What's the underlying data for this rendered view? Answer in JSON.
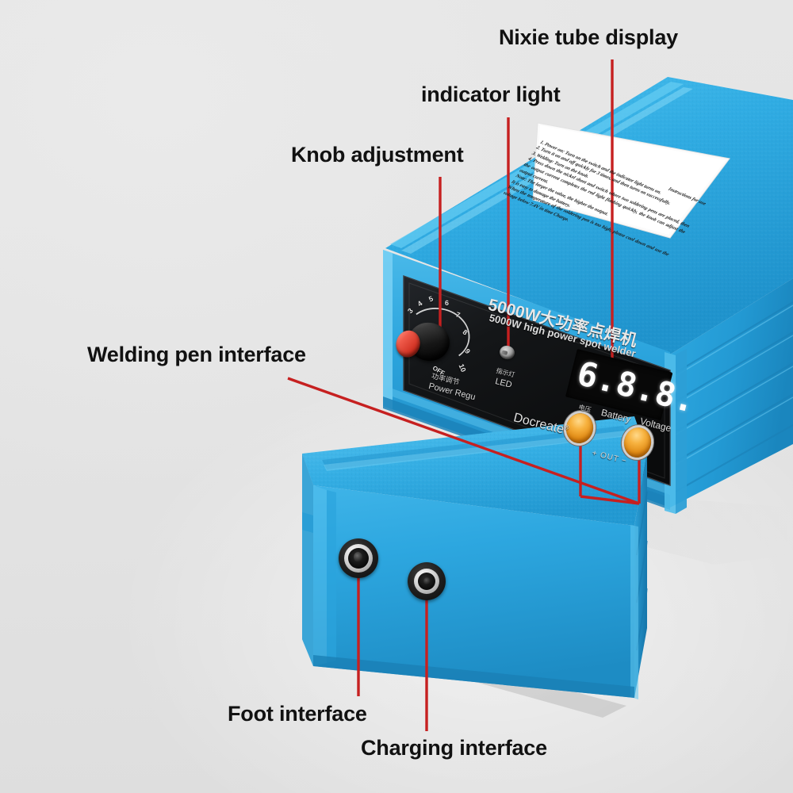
{
  "image": {
    "subject": "5000W high power spot welder",
    "background_color": "#e4e4e4",
    "annotation_line_color": "#c62020",
    "body_color": "#2aa6dd",
    "panel_color": "#121212"
  },
  "annotations": [
    {
      "id": "nixie",
      "label": "Nixie tube display",
      "target": "7-segment voltage display"
    },
    {
      "id": "indicator",
      "label": "indicator light",
      "target": "LED indicator"
    },
    {
      "id": "knob",
      "label": "Knob adjustment",
      "target": "power adjustment knob"
    },
    {
      "id": "pen",
      "label": "Welding pen interface",
      "target": "orange output ports"
    },
    {
      "id": "foot",
      "label": "Foot interface",
      "target": "foot pedal jack"
    },
    {
      "id": "charging",
      "label": "Charging interface",
      "target": "DC charging jack"
    }
  ],
  "device": {
    "brand": "Docreate",
    "brand_mark": "®",
    "title_cn": "5000W大功率点焊机",
    "title_en": "5000W high power spot welder",
    "power_knob": {
      "label_cn": "功率调节",
      "label_en": "Power Regu",
      "dial_marks": [
        "3",
        "4",
        "5",
        "6",
        "7",
        "8",
        "9",
        "10"
      ],
      "off_mark": "OFF"
    },
    "led": {
      "label_cn": "指示灯",
      "label_en": "LED"
    },
    "display": {
      "value": "6.8.8.",
      "label_cn": "电压",
      "label_en_1": "Battery",
      "label_en_2": "Voltage",
      "digit_color": "#fdfdfd",
      "screen_color": "#080808"
    },
    "output": {
      "label": "+ OUT −",
      "port_color": "#f0a62a",
      "ports": [
        "positive",
        "negative"
      ]
    },
    "front_jacks": [
      {
        "name": "foot-interface-jack",
        "type": "pedal socket"
      },
      {
        "name": "charging-interface-jack",
        "type": "DC barrel socket"
      }
    ],
    "sticker": {
      "heading": "Instructions for use",
      "lines": [
        "1. Power on: Turn on the switch and the indicator light turns on.",
        "2. Turn it on and off quickly for 3 times, and then turns on successfully.",
        "3. Welding: Turn on the knob.",
        "4. Press down the nickel sheet and switch where two soldering pens are placed, then the output current completes the red light flashing quickly, the knob can adjust the output current.",
        "Note: The larger the value, the higher the output.",
        "It is easy to damage the battery.",
        "When the temperature of the soldering pen is too high, please cool down and use the voltage below 7.4V in time Charge."
      ]
    }
  }
}
